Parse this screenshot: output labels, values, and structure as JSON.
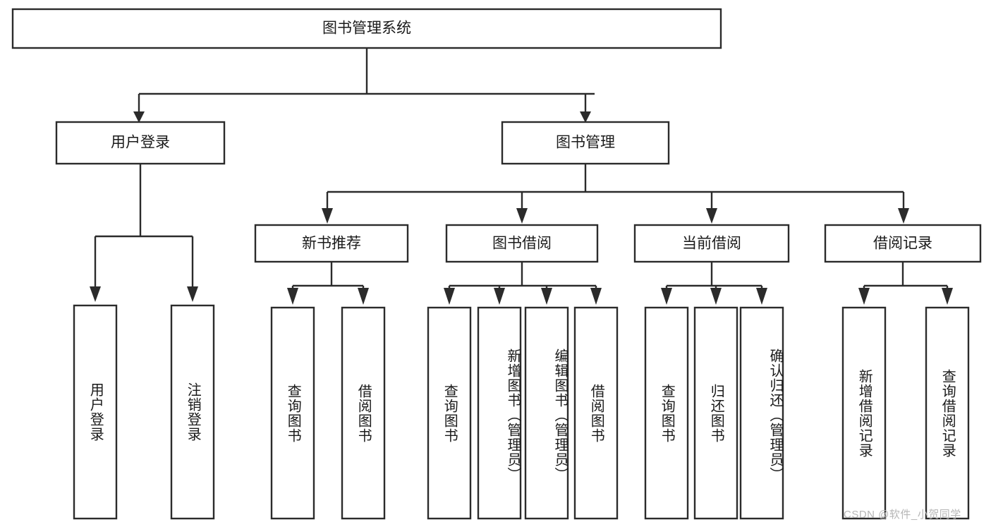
{
  "diagram": {
    "type": "tree",
    "title": "图书管理系统",
    "orientation": "top-down",
    "colors": {
      "box_fill": "#ffffff",
      "box_stroke": "#2b2b2b",
      "text": "#1a1a1a",
      "watermark": "#b6b6b6",
      "background": "#ffffff"
    },
    "root": {
      "label": "图书管理系统"
    },
    "level2": [
      {
        "label": "用户登录"
      },
      {
        "label": "图书管理"
      }
    ],
    "level3": [
      {
        "label": "新书推荐"
      },
      {
        "label": "图书借阅"
      },
      {
        "label": "当前借阅"
      },
      {
        "label": "借阅记录"
      }
    ],
    "leaves": {
      "user_login": [
        {
          "label": "用户登录"
        },
        {
          "label": "注销登录"
        }
      ],
      "new_book_recommend": [
        {
          "label": "查询图书"
        },
        {
          "label": "借阅图书"
        }
      ],
      "book_borrow": [
        {
          "label": "查询图书"
        },
        {
          "label": "新增图书（管理员）"
        },
        {
          "label": "编辑图书（管理员）"
        },
        {
          "label": "借阅图书"
        }
      ],
      "current_borrow": [
        {
          "label": "查询图书"
        },
        {
          "label": "归还图书"
        },
        {
          "label": "确认归还（管理员）"
        }
      ],
      "borrow_record": [
        {
          "label": "新增借阅记录"
        },
        {
          "label": "查询借阅记录"
        }
      ]
    }
  },
  "watermark": {
    "text": "CSDN @软件_小贺同学"
  }
}
